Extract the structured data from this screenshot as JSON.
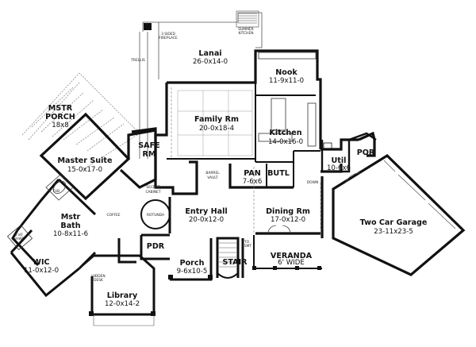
{
  "rooms": {
    "lanai": {
      "name": "Lanai",
      "dims": "26-0x14-0"
    },
    "nook": {
      "name": "Nook",
      "dims": "11-9x11-0"
    },
    "mstr_porch": {
      "name": "MSTR",
      "name2": "PORCH",
      "dims": "18x8"
    },
    "family": {
      "name": "Family Rm",
      "dims": "20-0x18-4"
    },
    "kitchen": {
      "name": "Kitchen",
      "dims": "14-0x16-0"
    },
    "master_suite": {
      "name": "Master Suite",
      "dims": "15-0x17-0"
    },
    "safe_rm": {
      "name": "SAFE",
      "name2": "RM"
    },
    "por": {
      "name": "POR"
    },
    "util": {
      "name": "Util",
      "dims": "10-6x6"
    },
    "pan": {
      "name": "PAN",
      "dims": "7-6x6"
    },
    "butl": {
      "name": "BUTL"
    },
    "mstr_bath": {
      "name": "Mstr",
      "name2": "Bath",
      "dims": "10-8x11-6"
    },
    "entry_hall": {
      "name": "Entry Hall",
      "dims": "20-0x12-0"
    },
    "dining": {
      "name": "Dining Rm",
      "dims": "17-0x12-0"
    },
    "garage": {
      "name": "Two Car Garage",
      "dims": "23-11x23-5"
    },
    "wic": {
      "name": "WIC",
      "dims": "11-0x12-0"
    },
    "pdr": {
      "name": "PDR"
    },
    "porch": {
      "name": "Porch",
      "dims": "9-6x10-5"
    },
    "stair": {
      "name": "STAIR"
    },
    "veranda": {
      "name": "VERANDA",
      "dims": "6' WIDE"
    },
    "library": {
      "name": "Library",
      "dims": "12-0x14-2"
    }
  },
  "notes": {
    "fireplace": [
      "3 SIDED",
      "FIREPLACE"
    ],
    "summer_kitchen": [
      "SUMMER",
      "KITCHEN"
    ],
    "trellis": "TRELLIS",
    "barrel_vault": [
      "BARREL",
      "VAULT"
    ],
    "secret_cabinet": [
      "SECRET",
      "CABINET"
    ],
    "rotunda": "ROTUNDA",
    "coffee": "COFFEE",
    "tub": "6' TUB",
    "shwr": [
      "6'x6'",
      "SHWR"
    ],
    "hidden_desk": [
      "HIDDEN",
      "DESK"
    ],
    "down": "DOWN",
    "to_bsmt": [
      "TO",
      "BSMT"
    ]
  }
}
